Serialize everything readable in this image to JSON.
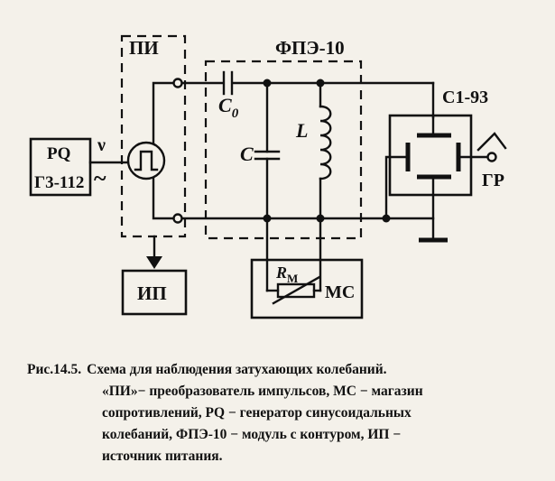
{
  "labels": {
    "pi": "ПИ",
    "fpe": "ФПЭ-10",
    "pq": "PQ",
    "g3": "Г3-112",
    "nu": "ν",
    "tilde": "~",
    "c0_main": "C",
    "c0_sub": "0",
    "c": "C",
    "l": "L",
    "c193": "С1-93",
    "gr": "ГР",
    "rm_main": "R",
    "rm_sub": "М",
    "mc": "МС",
    "ip": "ИП"
  },
  "caption": {
    "number": "Рис.14.5.",
    "line1": "Схема для наблюдения затухающих колебаний.",
    "line2": "«ПИ»− преобразователь импульсов, МС − магазин",
    "line3": "сопротивлений, PQ − генератор синусоидальных",
    "line4": "колебаний, ФПЭ-10 − модуль с контуром, ИП −",
    "line5": "источник питания."
  }
}
